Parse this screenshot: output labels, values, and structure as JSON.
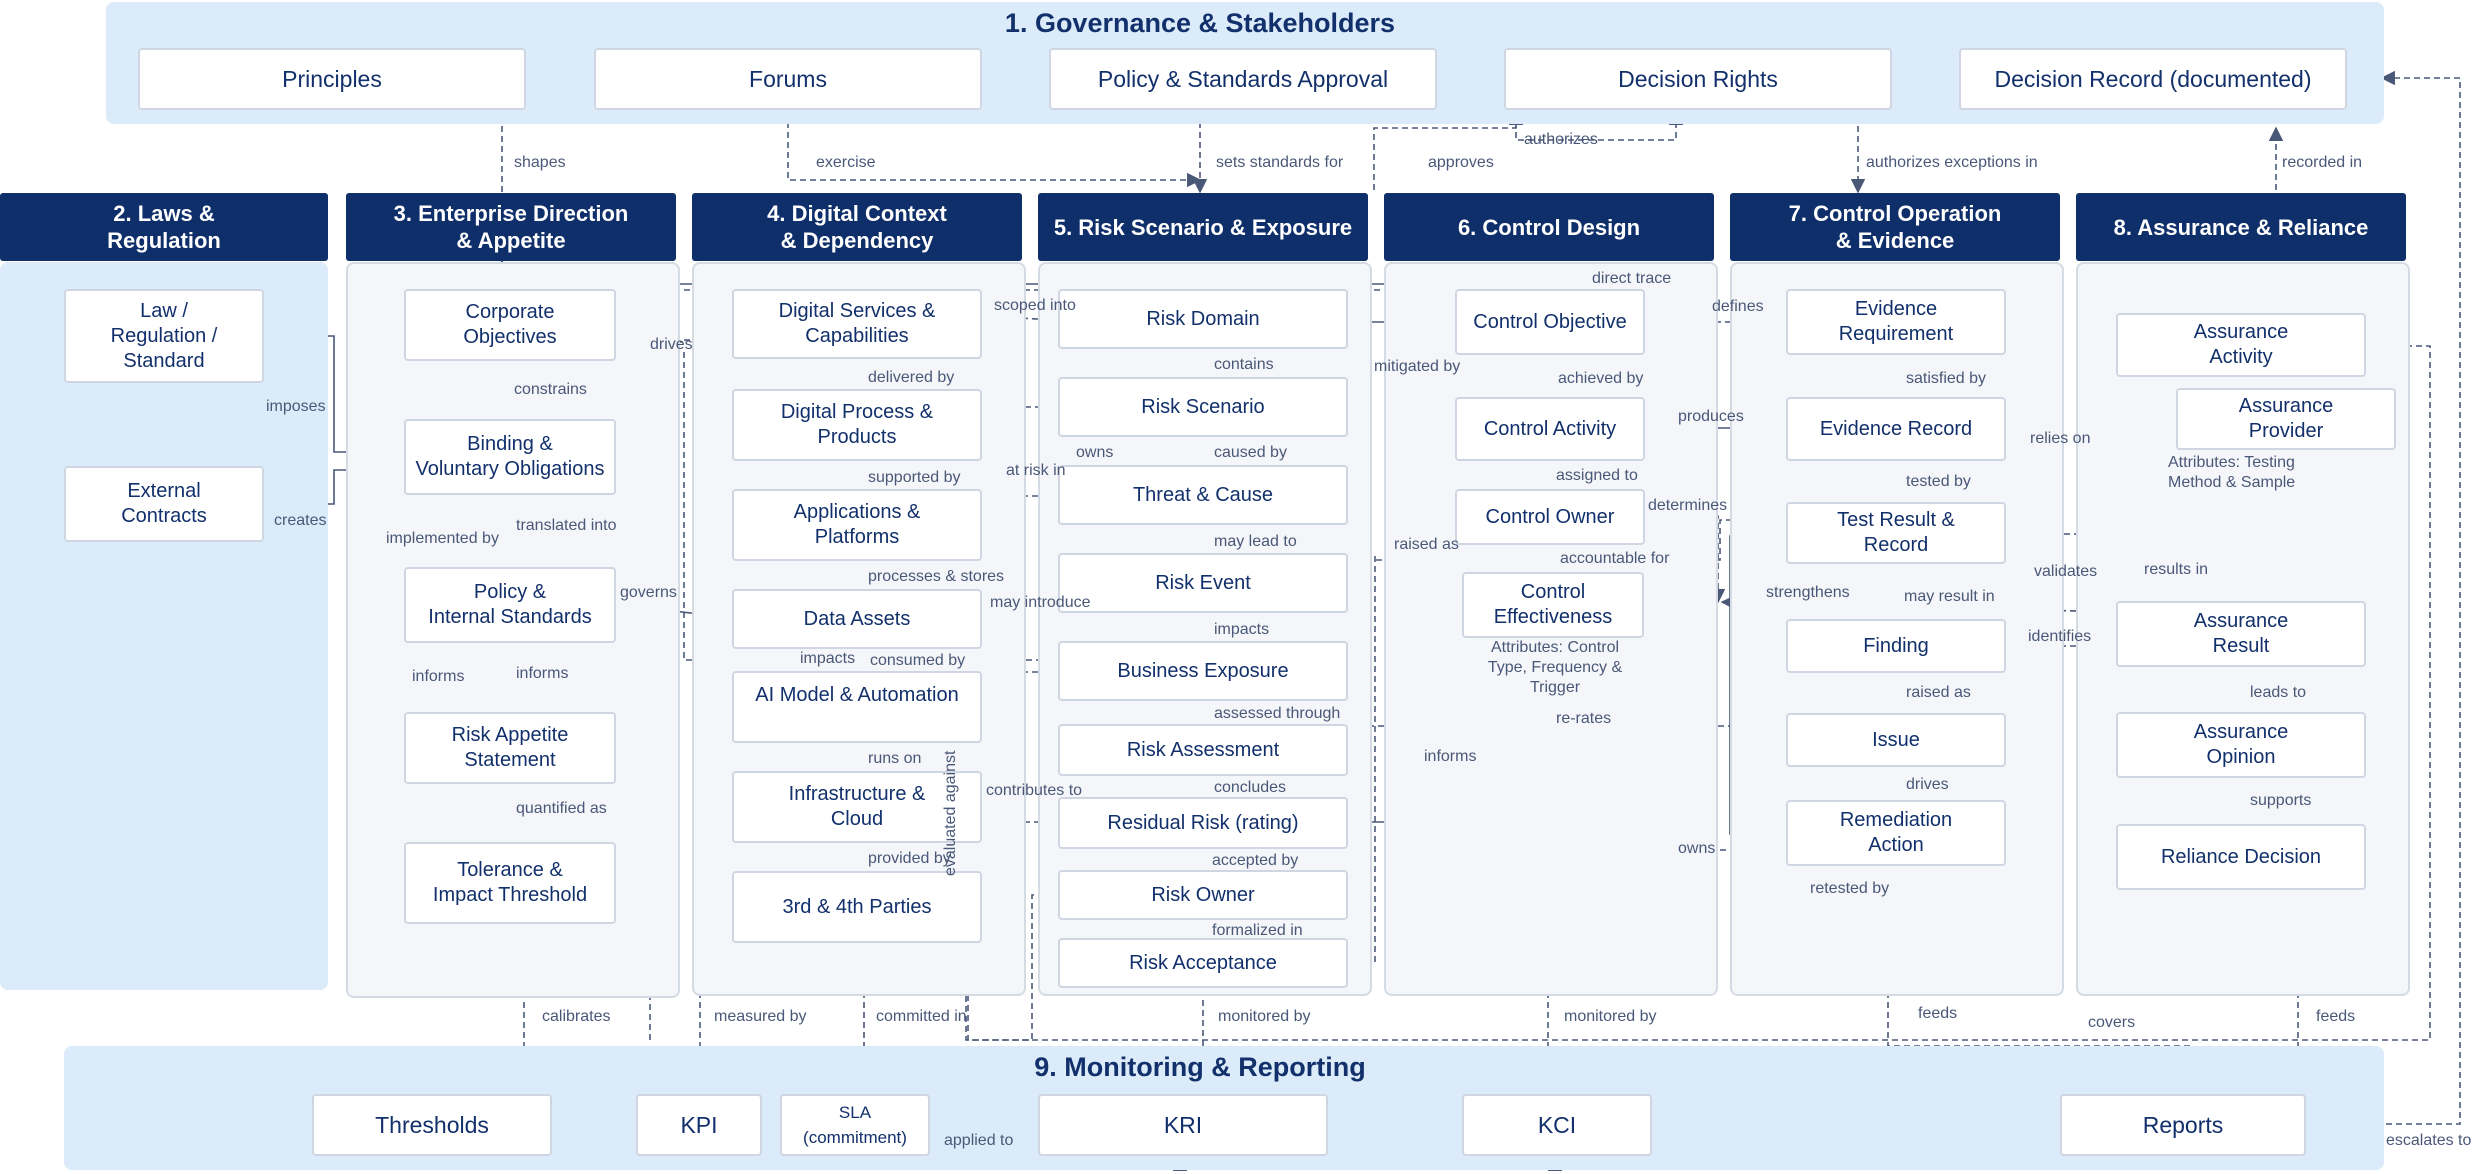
{
  "colors": {
    "band": "#dcebf9",
    "panel": "#f4f6f9",
    "header": "#0f2f6b",
    "box_text": "#12306b",
    "line": "#4a5878"
  },
  "governance": {
    "title": "1. Governance & Stakeholders",
    "principles": "Principles",
    "forums": "Forums",
    "policy_approval": "Policy & Standards Approval",
    "decision_rights": "Decision Rights",
    "decision_record": "Decision Record (documented)"
  },
  "monitoring": {
    "title": "9. Monitoring & Reporting",
    "thresholds": "Thresholds",
    "kpi": "KPI",
    "sla": "SLA (commitment)",
    "kri": "KRI",
    "kci": "KCI",
    "reports": "Reports"
  },
  "headers": {
    "laws": "2. Laws &\nRegulation",
    "enterprise": "3. Enterprise Direction\n& Appetite",
    "digital": "4. Digital Context\n& Dependency",
    "risk": "5. Risk Scenario & Exposure",
    "control": "6. Control Design",
    "operation": "7. Control Operation\n& Evidence",
    "assurance": "8. Assurance & Reliance"
  },
  "laws": {
    "law": "Law /\nRegulation /\nStandard",
    "contracts": "External\nContracts"
  },
  "enterprise": {
    "objectives": "Corporate\nObjectives",
    "obligations": "Binding &\nVoluntary Obligations",
    "policy": "Policy &\nInternal Standards",
    "appetite": "Risk Appetite\nStatement",
    "tolerance": "Tolerance &\nImpact Threshold"
  },
  "digital": {
    "services": "Digital Services &\nCapabilities",
    "process": "Digital Process &\nProducts",
    "applications": "Applications &\nPlatforms",
    "data": "Data Assets",
    "ai": "AI Model & Automation",
    "infrastructure": "Infrastructure &\nCloud",
    "parties": "3rd & 4th Parties"
  },
  "risk": {
    "domain": "Risk Domain",
    "scenario": "Risk Scenario",
    "threat": "Threat & Cause",
    "event": "Risk Event",
    "exposure": "Business Exposure",
    "assessment": "Risk Assessment",
    "residual": "Residual Risk (rating)",
    "owner": "Risk Owner",
    "acceptance": "Risk Acceptance"
  },
  "control": {
    "objective": "Control Objective",
    "activity": "Control Activity",
    "owner": "Control Owner",
    "effectiveness": "Control\nEffectiveness",
    "effectiveness_attrs": "Attributes: Control\nType, Frequency &\nTrigger"
  },
  "operation": {
    "evidence_req": "Evidence\nRequirement",
    "evidence_record": "Evidence Record",
    "test_result": "Test Result &\nRecord",
    "finding": "Finding",
    "issue": "Issue",
    "remediation": "Remediation\nAction"
  },
  "assurance": {
    "activity": "Assurance\nActivity",
    "provider": "Assurance\nProvider",
    "provider_attrs": "Attributes: Testing\nMethod & Sample",
    "result": "Assurance\nResult",
    "opinion": "Assurance\nOpinion",
    "reliance": "Reliance Decision"
  },
  "labels": {
    "shapes": "shapes",
    "exercise": "exercise",
    "sets_standards": "sets standards for",
    "approves": "approves",
    "authorizes": "authorizes",
    "authorizes_exceptions": "authorizes exceptions in",
    "recorded_in": "recorded in",
    "imposes": "imposes",
    "creates": "creates",
    "drives": "drives",
    "constrains": "constrains",
    "implemented_by": "implemented by",
    "translated_into": "translated into",
    "governs": "governs",
    "informs_a": "informs",
    "informs_b": "informs",
    "quantified_as": "quantified as",
    "scoped_into": "scoped into",
    "delivered_by": "delivered by",
    "supported_by": "supported by",
    "at_risk_in": "at risk in",
    "processes_stores": "processes & stores",
    "may_introduce": "may introduce",
    "impacts_a": "impacts",
    "consumed_by": "consumed by",
    "runs_on": "runs on",
    "contributes_to": "contributes to",
    "provided_by": "provided by",
    "evaluated_against": "evaluated against",
    "contains": "contains",
    "owns_a": "owns",
    "caused_by": "caused by",
    "may_lead_to": "may lead to",
    "impacts_b": "impacts",
    "assessed_through": "assessed through",
    "concludes": "concludes",
    "accepted_by": "accepted by",
    "formalized_in": "formalized in",
    "direct_trace": "direct trace",
    "mitigated_by": "mitigated by",
    "achieved_by": "achieved by",
    "assigned_to": "assigned to",
    "raised_as_a": "raised as",
    "accountable_for": "accountable for",
    "informs_c": "informs",
    "re_rates": "re-rates",
    "defines": "defines",
    "produces": "produces",
    "determines": "determines",
    "satisfied_by": "satisfied by",
    "tested_by": "tested by",
    "strengthens": "strengthens",
    "may_result_in": "may result in",
    "raised_as_b": "raised as",
    "drives_b": "drives",
    "owns_b": "owns",
    "retested_by": "retested by",
    "relies_on": "relies on",
    "validates": "validates",
    "results_in": "results in",
    "identifies": "identifies",
    "leads_to": "leads to",
    "supports": "supports",
    "calibrates": "calibrates",
    "measured_by": "measured by",
    "committed_in": "committed in",
    "monitored_by_a": "monitored by",
    "monitored_by_b": "monitored by",
    "feeds_a": "feeds",
    "covers": "covers",
    "feeds_b": "feeds",
    "applied_to": "applied to",
    "escalates_to": "escalates to"
  }
}
